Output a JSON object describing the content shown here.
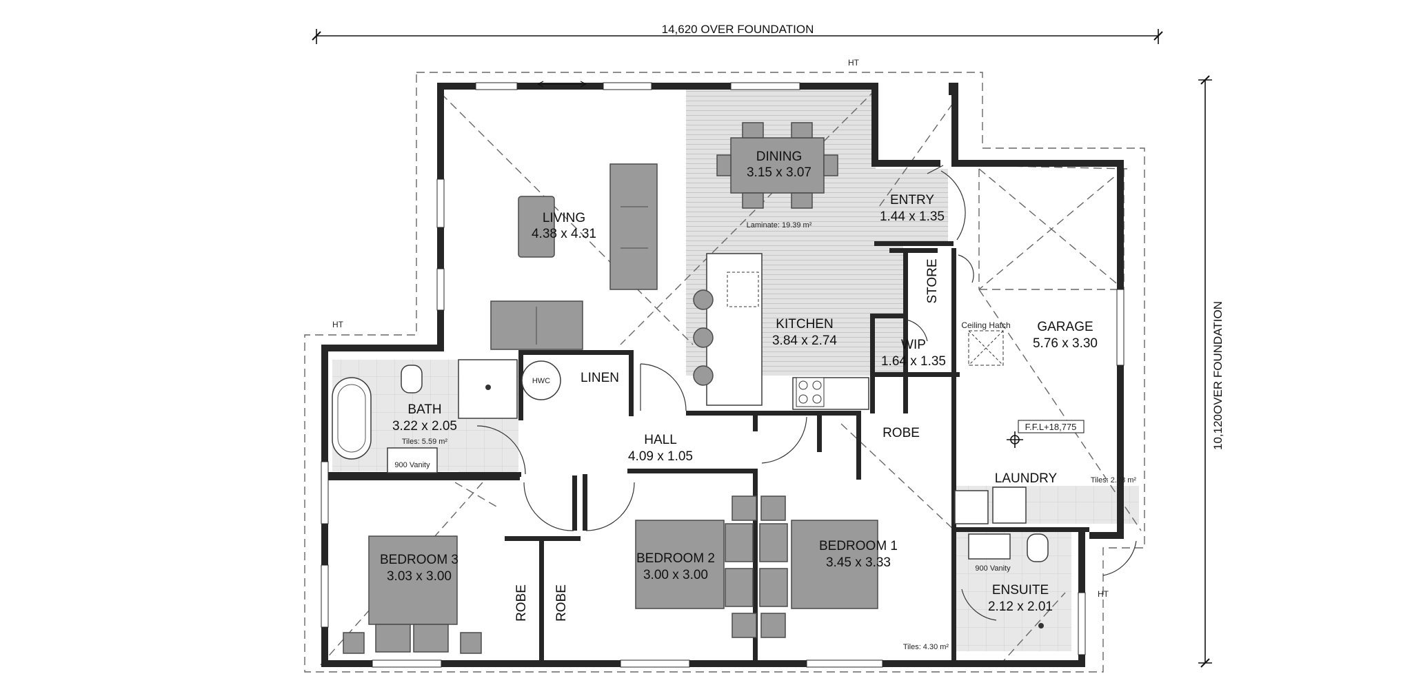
{
  "dimensions": {
    "top": "14,620 OVER FOUNDATION",
    "right": "10,120OVER FOUNDATION"
  },
  "markers": {
    "hot_tap": "HT",
    "hot_water": "HWC",
    "ceiling_hatch": "Ceiling Hatch",
    "floor_level": "F.F.L+18,775"
  },
  "rooms": {
    "living": {
      "name": "LIVING",
      "size": "4.38 x 4.31"
    },
    "dining": {
      "name": "DINING",
      "size": "3.15 x 3.07"
    },
    "entry": {
      "name": "ENTRY",
      "size": "1.44 x 1.35"
    },
    "store": {
      "name": "STORE"
    },
    "kitchen": {
      "name": "KITCHEN",
      "size": "3.84 x 2.74"
    },
    "wip": {
      "name": "WIP",
      "size": "1.64 x 1.35"
    },
    "garage": {
      "name": "GARAGE",
      "size": "5.76 x 3.30"
    },
    "linen": {
      "name": "LINEN"
    },
    "bath": {
      "name": "BATH",
      "size": "3.22 x 2.05"
    },
    "hall": {
      "name": "HALL",
      "size": "4.09 x 1.05"
    },
    "robe_main": {
      "name": "ROBE"
    },
    "laundry": {
      "name": "LAUNDRY"
    },
    "bedroom3": {
      "name": "BEDROOM 3",
      "size": "3.03 x 3.00"
    },
    "robe_b3": {
      "name": "ROBE"
    },
    "robe_b2": {
      "name": "ROBE"
    },
    "bedroom2": {
      "name": "BEDROOM 2",
      "size": "3.00 x 3.00"
    },
    "bedroom1": {
      "name": "BEDROOM 1",
      "size": "3.45 x 3.33"
    },
    "ensuite": {
      "name": "ENSUITE",
      "size": "2.12 x 2.01"
    }
  },
  "notes": {
    "laminate": "Laminate: 19.39 m²",
    "bath_tiles": "Tiles: 5.59 m²",
    "laundry_tiles": "Tiles: 2.28 m²",
    "bedroom_tiles": "Tiles: 4.30 m²",
    "bath_vanity": "900 Vanity",
    "ensuite_vanity": "900 Vanity"
  },
  "colors": {
    "wall": "#262626",
    "furniture": "#9a9a9a",
    "laminate": "#e3e3e3",
    "tile": "#e6e6e6"
  }
}
